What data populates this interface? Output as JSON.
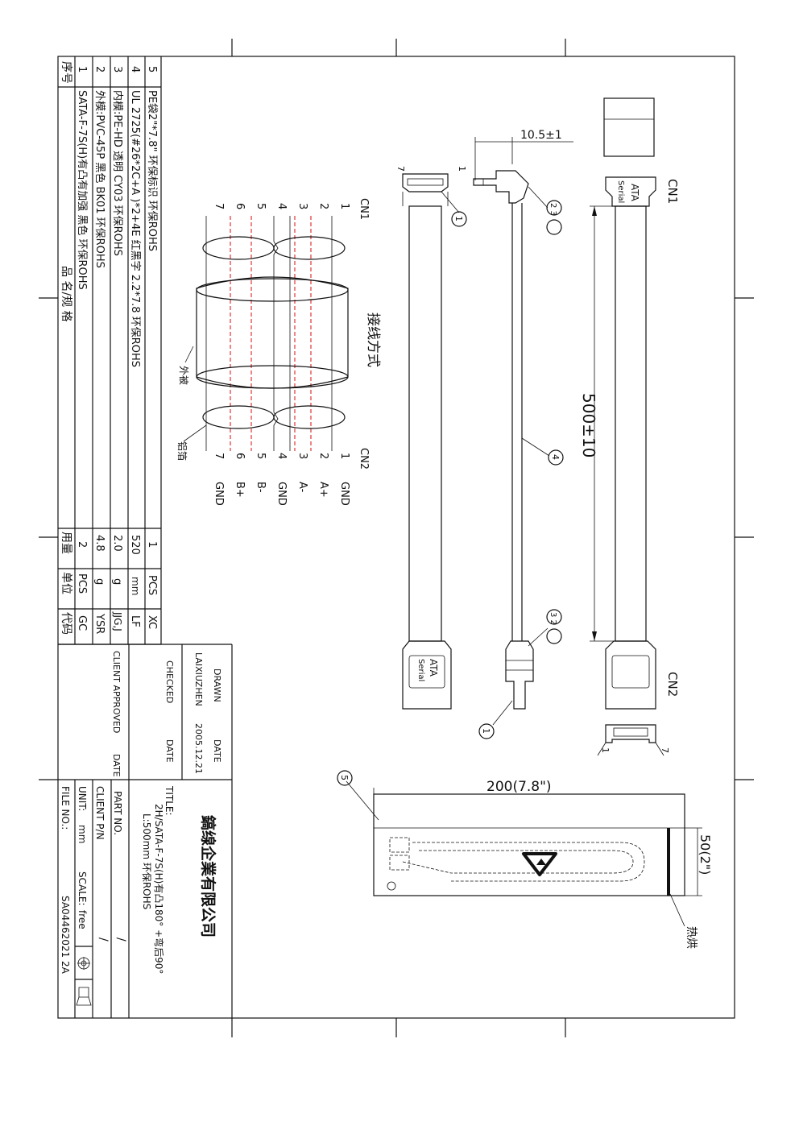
{
  "bom": {
    "headers": {
      "no": "序号",
      "name": "品 名/规 格",
      "qty": "用量",
      "unit": "单位",
      "code": "代码"
    },
    "rows": [
      {
        "no": "5",
        "name": "PE袋2\"*7.8\" 环保标识 环保ROHS",
        "qty": "1",
        "unit": "PCS",
        "code": "XC"
      },
      {
        "no": "4",
        "name": "UL 2725(#26*2C+A )*2+4E 红黑字 2.2*7.8  环保ROHS",
        "qty": "520",
        "unit": "mm",
        "code": "LF"
      },
      {
        "no": "3",
        "name": "内模:PE-HD 透明 CY03 环保ROHS",
        "qty": "2.0",
        "unit": "g",
        "code": "JJG,J"
      },
      {
        "no": "2",
        "name": "外模:PVC-45P 黑色 BK01 环保ROHS",
        "qty": "4.8",
        "unit": "g",
        "code": "YSR"
      },
      {
        "no": "1",
        "name": "SATA-F-7S(H)有凸有加强 黑色 环保ROHS",
        "qty": "2",
        "unit": "PCS",
        "code": "GC"
      }
    ]
  },
  "title_block": {
    "drawn_label": "DRAWN",
    "date_label_1": "DATE",
    "drawn_by": "LAIXIUZHEN",
    "drawn_date": "2005.12.21",
    "checked_label": "CHECKED",
    "date_label_2": "DATE",
    "client_approved_label": "CLIENT APPROVED",
    "date_label_3": "DATE",
    "company": "鎬缐企業有限公司",
    "title_label": "TITLE:",
    "title_line1": "2H/SATA-F-7S(H)有凸180° +弯后90°",
    "title_line2": "L:500mm 环保ROHS",
    "part_no_label": "PART NO.",
    "client_pn_label": "CLIENT P/N",
    "client_pn_value": "/",
    "unit_label": "UNIT:",
    "unit_value": "mm",
    "scale_label": "SCALE:",
    "scale_value": "free",
    "file_no_label": "FILE NO.:",
    "file_no_value": "SA04462021 2A"
  },
  "drawing": {
    "cn1": "CN1",
    "cn2": "CN2",
    "serial": "Serial",
    "ata": "ATA",
    "length_dim": "500±10",
    "offset_dim": "10.5±1",
    "bag_length": "200(7.8\")",
    "bag_width": "50(2\")",
    "heat_seal": "热烘",
    "wiring_title": "接线方式",
    "outer_jacket": "外被",
    "foil": "铝箔",
    "pin_1": "1",
    "pin_7": "7",
    "balloon_1": "1",
    "balloon_23": "2 3",
    "balloon_32": "3 2",
    "balloon_4": "4",
    "balloon_5": "5",
    "pins_cn1": [
      "1",
      "2",
      "3",
      "4",
      "5",
      "6",
      "7"
    ],
    "pins_cn2": [
      "1",
      "2",
      "3",
      "4",
      "5",
      "6",
      "7"
    ],
    "signals": [
      "GND",
      "A+",
      "A-",
      "GND",
      "B-",
      "B+",
      "GND"
    ]
  }
}
